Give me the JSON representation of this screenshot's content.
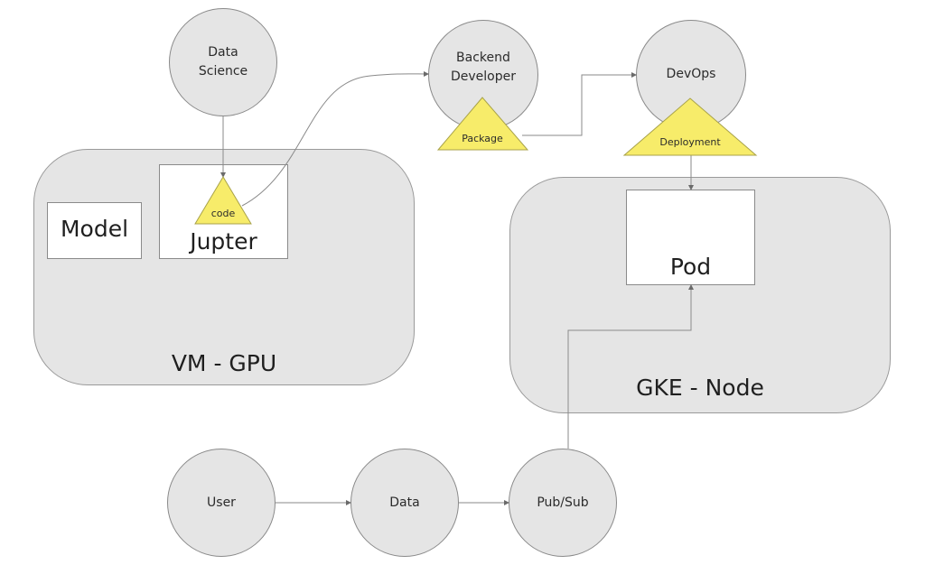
{
  "diagram": {
    "containers": {
      "vm_gpu": {
        "label": "VM - GPU"
      },
      "gke_node": {
        "label": "GKE - Node"
      }
    },
    "boxes": {
      "model": {
        "label": "Model"
      },
      "jupter": {
        "label": "Jupter"
      },
      "pod": {
        "label": "Pod"
      }
    },
    "actors": {
      "data_science": {
        "label": "Data\nScience"
      },
      "backend_developer": {
        "label": "Backend\nDeveloper"
      },
      "devops": {
        "label": "DevOps"
      },
      "user": {
        "label": "User"
      },
      "data": {
        "label": "Data"
      },
      "pubsub": {
        "label": "Pub/Sub"
      }
    },
    "artifacts": {
      "code": {
        "label": "code"
      },
      "package": {
        "label": "Package"
      },
      "deployment": {
        "label": "Deployment"
      }
    },
    "connections": [
      {
        "from": "Data Science",
        "to": "code"
      },
      {
        "from": "code",
        "to": "Backend Developer"
      },
      {
        "from": "Package",
        "to": "DevOps"
      },
      {
        "from": "Deployment",
        "to": "Pod"
      },
      {
        "from": "User",
        "to": "Data"
      },
      {
        "from": "Data",
        "to": "Pub/Sub"
      },
      {
        "from": "Pub/Sub",
        "to": "Pod"
      }
    ],
    "colors": {
      "container_fill": "#e5e5e5",
      "artifact_fill": "#f7ec6a",
      "line": "#8a8a8a"
    }
  }
}
